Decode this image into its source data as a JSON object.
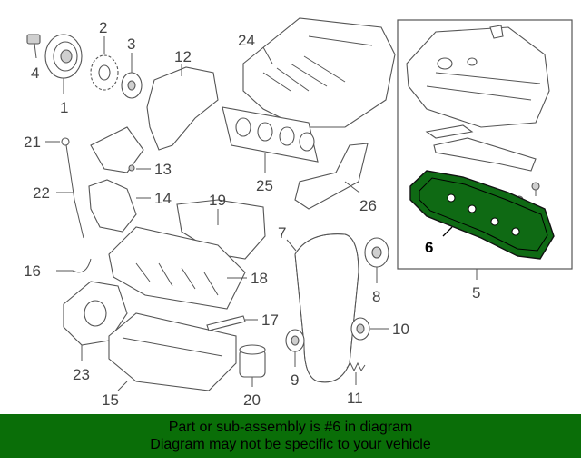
{
  "diagram": {
    "callouts": {
      "c1": "1",
      "c2": "2",
      "c3": "3",
      "c4": "4",
      "c5": "5",
      "c6": "6",
      "c7": "7",
      "c8": "8",
      "c9": "9",
      "c10": "10",
      "c11": "11",
      "c12": "12",
      "c13": "13",
      "c14": "14",
      "c15": "15",
      "c16": "16",
      "c17": "17",
      "c18": "18",
      "c19": "19",
      "c20": "20",
      "c21": "21",
      "c22": "22",
      "c23": "23",
      "c24": "24",
      "c25": "25",
      "c26": "26"
    },
    "highlighted_part": "6",
    "colors": {
      "highlight": "#0f6a14",
      "banner": "#0a6e08",
      "line": "#555555"
    }
  },
  "banner": {
    "line1": "Part or sub-assembly is #6 in diagram",
    "line2": "Diagram may not be specific to your vehicle"
  }
}
